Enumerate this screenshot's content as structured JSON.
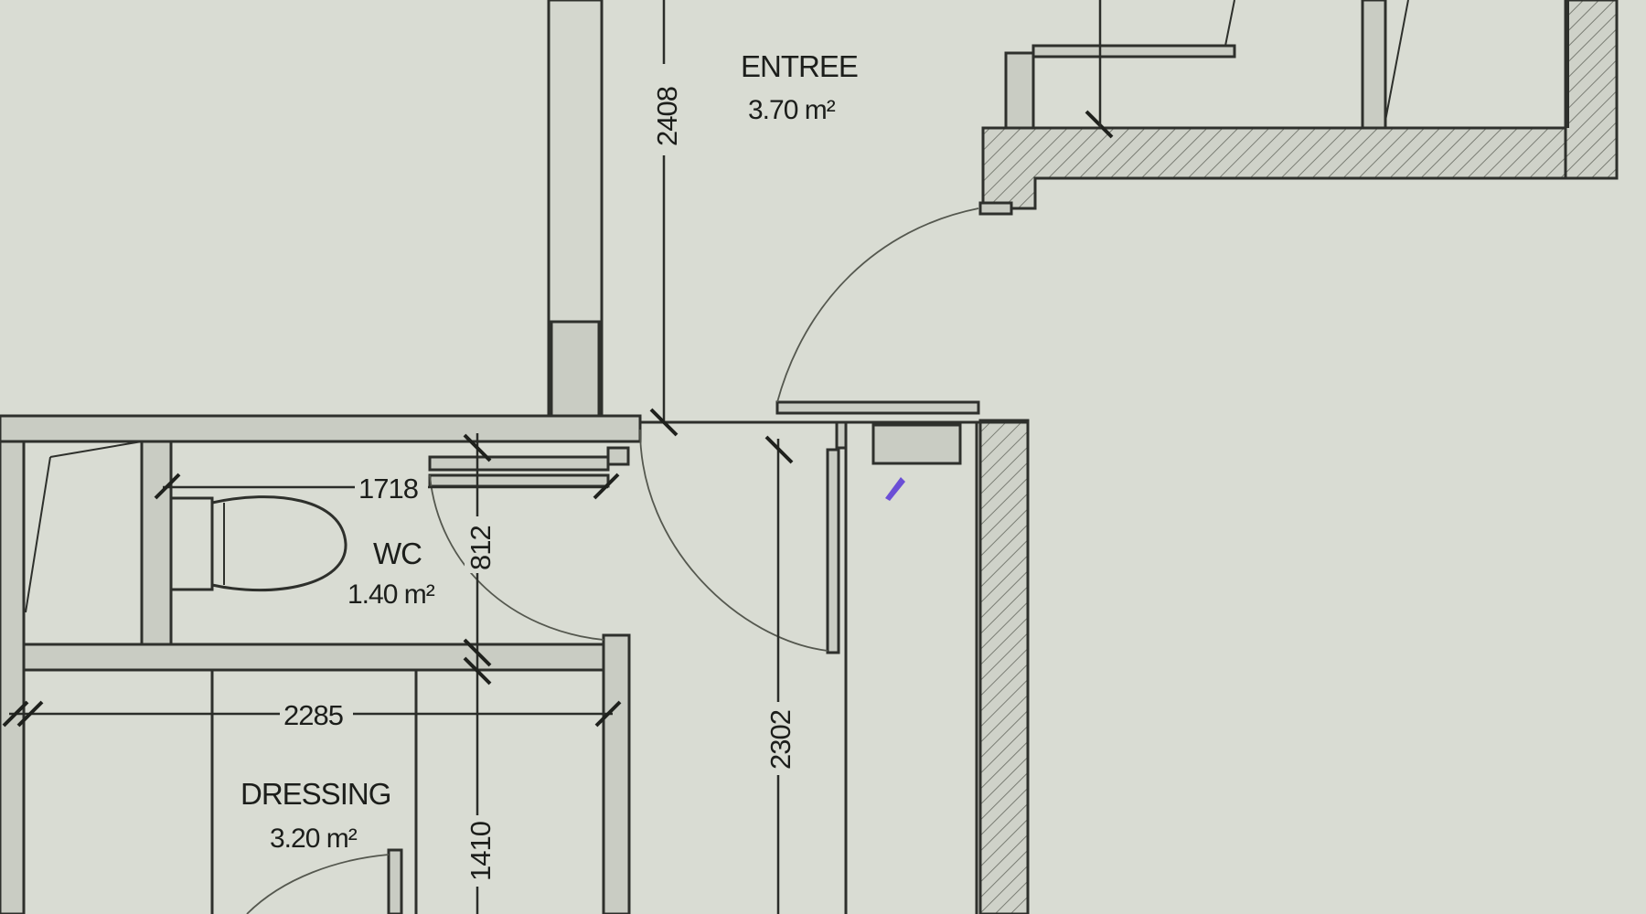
{
  "rooms": {
    "entree": {
      "name": "ENTREE",
      "area": "3.70 m²"
    },
    "wc": {
      "name": "WC",
      "area": "1.40 m²"
    },
    "dressing": {
      "name": "DRESSING",
      "area": "3.20 m²"
    }
  },
  "dimensions": {
    "entree_height": "2408",
    "wc_width": "1718",
    "wc_depth": "812",
    "dressing_width": "2285",
    "dressing_depth": "1410",
    "corridor_length": "2302"
  },
  "colors": {
    "paper": "#d9dcd3",
    "ink": "#2e302c",
    "wall_fill": "#c9ccc3",
    "pen_mark": "#6b4fd6"
  },
  "icons": [
    "toilet-icon",
    "door-swing-icon",
    "pen-mark-icon"
  ]
}
